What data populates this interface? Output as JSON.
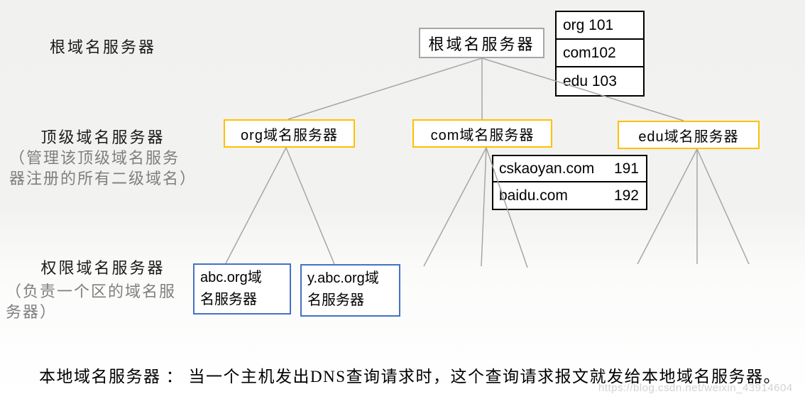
{
  "diagram": {
    "side_labels": {
      "level1": "根域名服务器",
      "level2": "顶级域名服务器",
      "level2_note": "（管理该顶级域名服务\n器注册的所有二级域名）",
      "level3": "权限域名服务器",
      "level3_note": "（负责一个区的域名服\n务器）"
    },
    "nodes": {
      "root": {
        "label": "根域名服务器"
      },
      "org": {
        "label": "org域名服务器"
      },
      "com": {
        "label": "com域名服务器"
      },
      "edu": {
        "label": "edu域名服务器"
      },
      "abc_org": {
        "label": "abc.org域\n名服务器"
      },
      "y_abc_org": {
        "label": "y.abc.org域\n名服务器"
      }
    },
    "root_table": {
      "rows": [
        "org 101",
        "com102",
        "edu 103"
      ]
    },
    "com_table": {
      "rows": [
        {
          "name": "cskaoyan.com",
          "id": "191"
        },
        {
          "name": "baidu.com",
          "id": "192"
        }
      ]
    },
    "footer_text": "本地域名服务器 ： 当一个主机发出DNS查询请求时，这个查询请求报文就发给本地域名服务器。",
    "watermark": "https://blog.csdn.net/weixin_43914604",
    "colors": {
      "tld_box_border": "#FFC000",
      "auth_box_border": "#4472C4",
      "root_box_border": "#A6A6A6",
      "table_border": "#000000",
      "connector_line": "#A6A6A6",
      "note_text": "#7F7F7F"
    }
  }
}
